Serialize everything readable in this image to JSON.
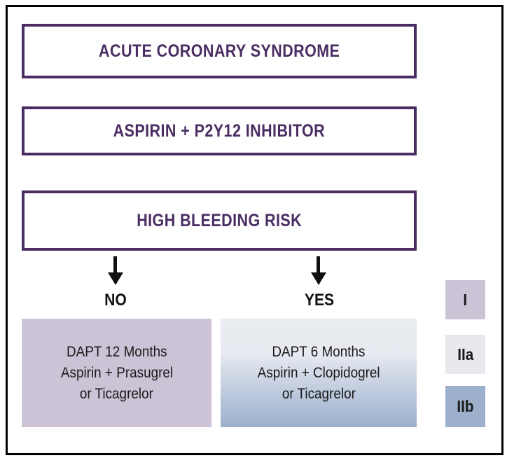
{
  "figure": {
    "title_step": "ACUTE CORONARY SYNDROME",
    "therapy_step": "ASPIRIN + P2Y12 INHIBITOR",
    "decision_step": "HIGH BLEEDING RISK"
  },
  "branches": {
    "no_label": "NO",
    "yes_label": "YES"
  },
  "treatments": {
    "no_branch": {
      "line1": "DAPT 12 Months",
      "line2": "Aspirin + Prasugrel",
      "line3": "or Ticagrelor"
    },
    "yes_branch": {
      "line1": "DAPT 6 Months",
      "line2": "Aspirin + Clopidogrel",
      "line3": "or Ticagrelor"
    }
  },
  "legend": {
    "items": [
      {
        "label": "I",
        "color": "#CCC3D6"
      },
      {
        "label": "IIa",
        "color": "#E7E9EF"
      },
      {
        "label": "IIb",
        "color": "#9CB0CC"
      }
    ]
  },
  "colors": {
    "accent_purple": "#4A2D62",
    "frame_black": "#000000",
    "class_i": "#CCC3D6",
    "class_iia": "#E7E9EF",
    "class_iib": "#9CB0CC",
    "arrow_black": "#111111"
  }
}
